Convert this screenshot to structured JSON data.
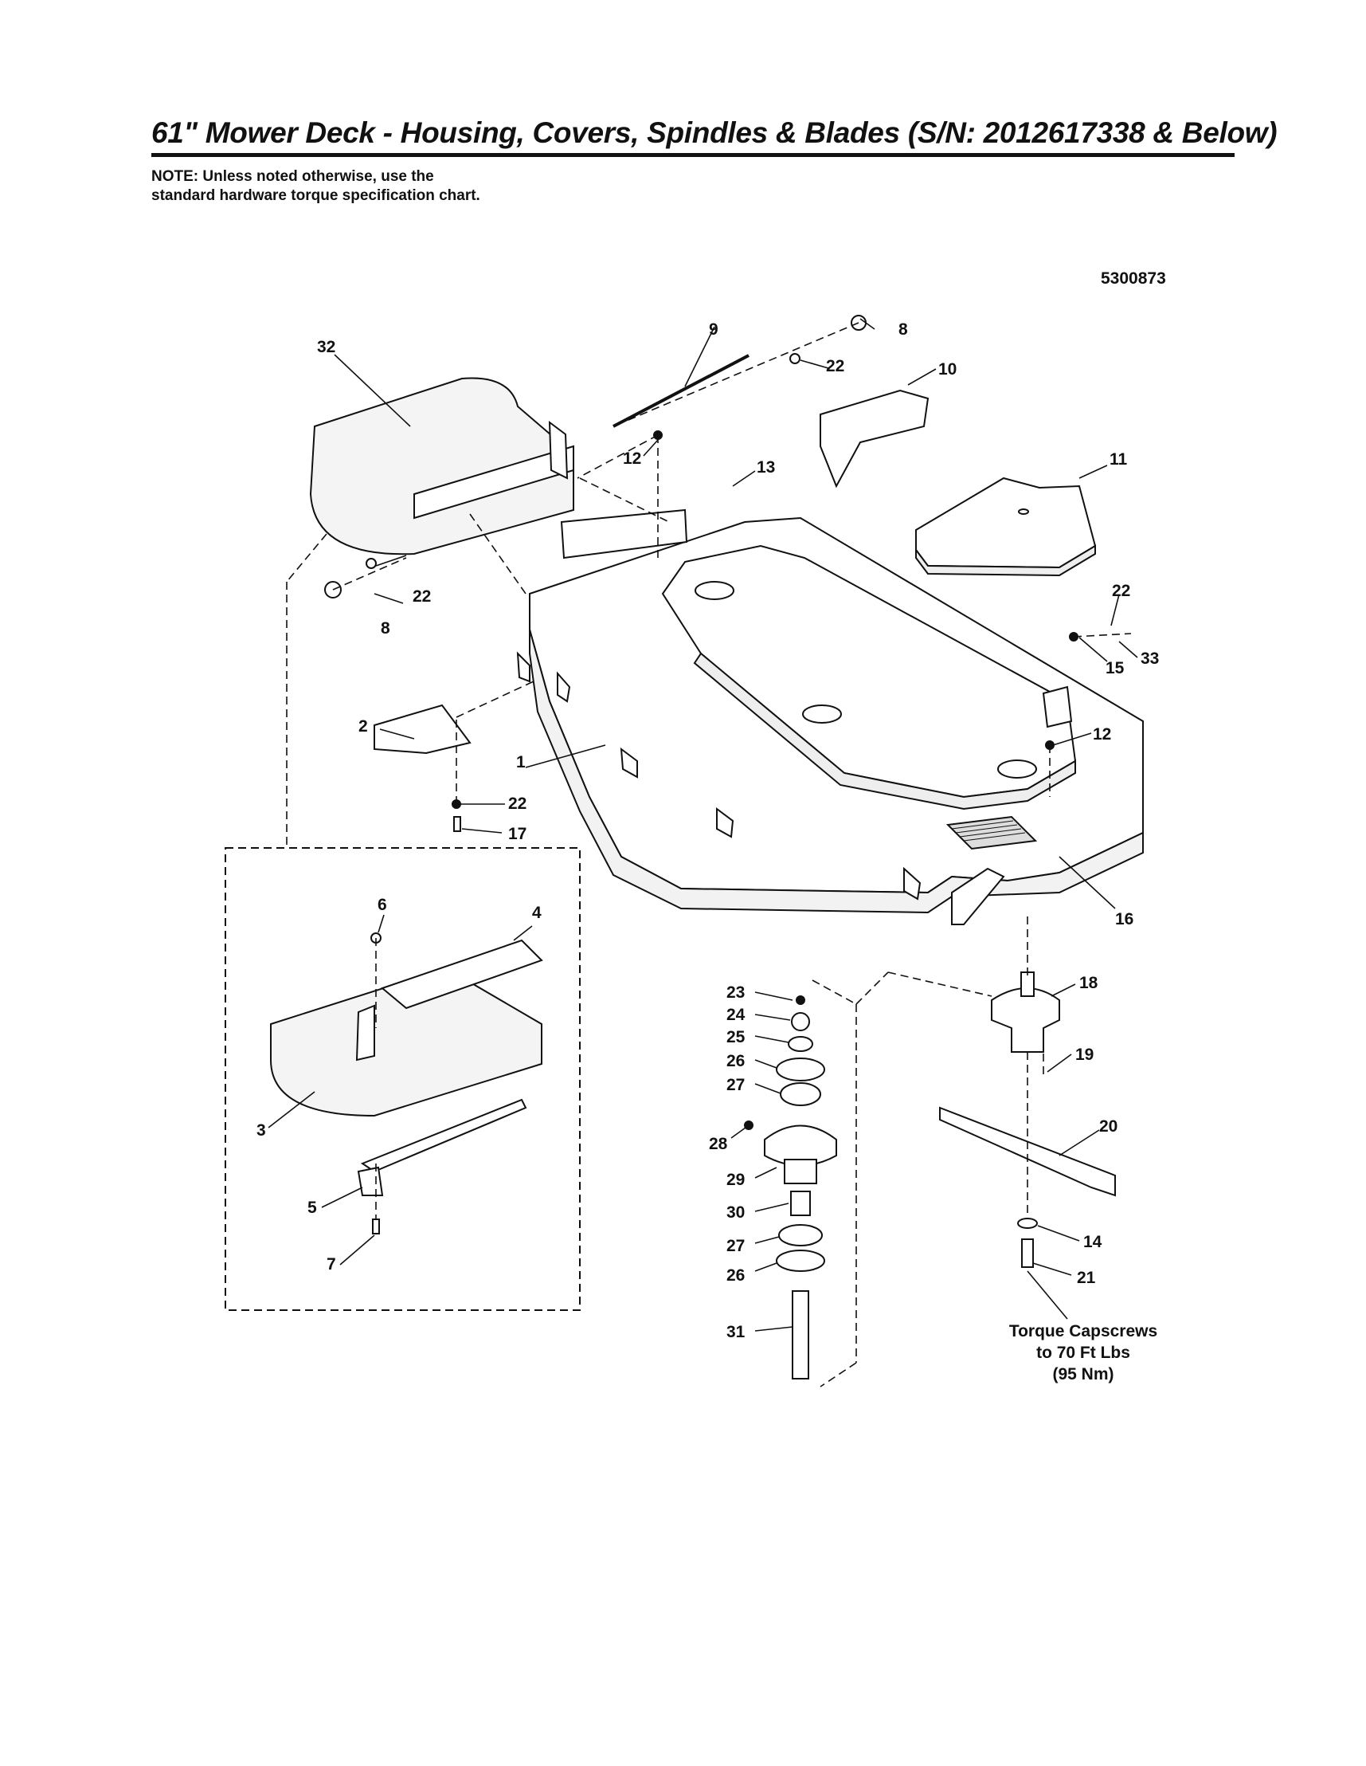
{
  "page": {
    "title": "61\" Mower Deck - Housing, Covers, Spindles & Blades (S/N: 2012617338 & Below)",
    "note": "NOTE: Unless noted otherwise, use the standard hardware torque specification chart.",
    "part_number": "5300873"
  },
  "callouts": [
    "1",
    "2",
    "3",
    "4",
    "5",
    "6",
    "7",
    "8",
    "8",
    "9",
    "10",
    "11",
    "12",
    "12",
    "13",
    "14",
    "15",
    "16",
    "17",
    "18",
    "19",
    "20",
    "21",
    "22",
    "22",
    "22",
    "22",
    "23",
    "24",
    "25",
    "26",
    "26",
    "27",
    "27",
    "28",
    "29",
    "30",
    "31",
    "32",
    "33"
  ],
  "torque_note": {
    "line1": "Torque Capscrews",
    "line2": "to 70 Ft Lbs",
    "line3": "(95 Nm)"
  }
}
